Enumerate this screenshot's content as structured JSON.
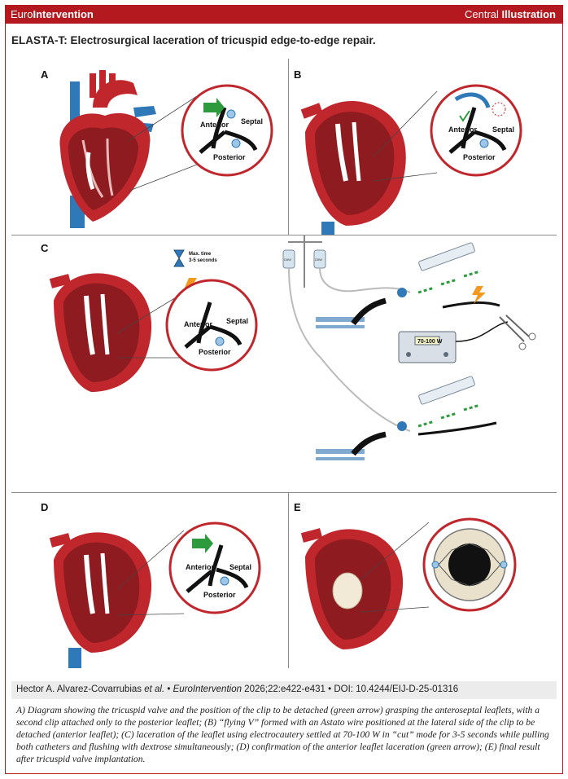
{
  "header": {
    "brand_prefix": "Euro",
    "brand_suffix": "Intervention",
    "section_prefix": "Central ",
    "section_suffix": "Illustration"
  },
  "figure": {
    "title": "ELASTA-T: Electrosurgical laceration of tricuspid edge-to-edge repair.",
    "panels": {
      "A": {
        "label": "A",
        "inset": {
          "anterior": "Anterior",
          "septal": "Septal",
          "posterior": "Posterior"
        }
      },
      "B": {
        "label": "B",
        "inset": {
          "anterior": "Anterior",
          "septal": "Septal",
          "posterior": "Posterior"
        }
      },
      "C": {
        "label": "C",
        "timer": {
          "line1": "Max. time",
          "line2": "3-5 seconds"
        },
        "inset": {
          "anterior": "Anterior",
          "septal": "Septal",
          "posterior": "Posterior"
        },
        "generator_display": "70-100 W",
        "bag1": "D5W",
        "bag2": "D5W"
      },
      "D": {
        "label": "D",
        "inset": {
          "anterior": "Anterior",
          "septal": "Septal",
          "posterior": "Posterior"
        }
      },
      "E": {
        "label": "E"
      }
    }
  },
  "credit": {
    "authors": "Hector A. Alvarez-Covarrubias ",
    "etal": "et al.",
    "sep1": " • ",
    "journal": "EuroIntervention",
    "citation": " 2026;22:e422-e431 • DOI: 10.4244/EIJ-D-25-01316"
  },
  "caption": "A) Diagram showing the tricuspid valve and the position of the clip to be detached (green arrow) grasping the anteroseptal leaflets, with a second clip attached only to the posterior leaflet; (B) “flying V” formed with an Astato wire positioned at the lateral side of the clip to be detached (anterior leaflet); (C) laceration of the leaflet using electrocautery settled at 70-100 W in “cut” mode for 3-5 seconds while pulling both catheters and flushing with dextrose simultaneously; (D) confirmation of the anterior leaflet laceration (green arrow); (E) final result after tricuspid valve implantation.",
  "colors": {
    "brand_red": "#b3191e",
    "heart_red": "#c0272d",
    "vessel_blue": "#2f79b8",
    "arrow_green": "#2e9a3e",
    "bolt_orange": "#f39a1e"
  }
}
